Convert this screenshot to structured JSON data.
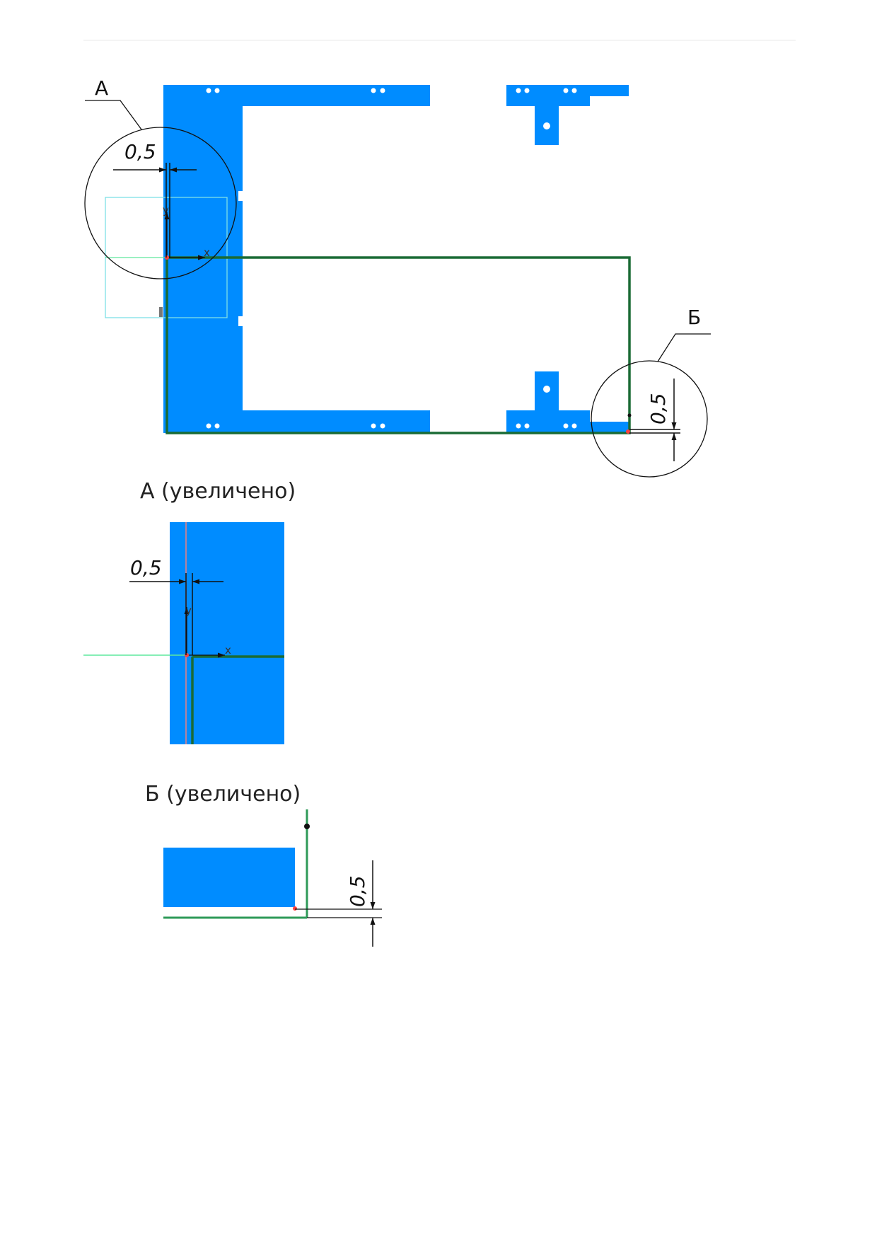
{
  "labels": {
    "view_a": "А",
    "view_b": "Б",
    "caption_a": "А (увеличено)",
    "caption_b": "Б (увеличено)"
  },
  "dimensions": {
    "offset": "0,5"
  },
  "axes": {
    "x": "x",
    "y": "y"
  },
  "colors": {
    "part_fill": "#008cff",
    "contour": "#1a6b35",
    "contour_b": "#2e9a58",
    "construction": "#5ee89e",
    "frame": "#7ee0e6",
    "origin_point": "#ff4040",
    "pink_line": "#f08080"
  }
}
